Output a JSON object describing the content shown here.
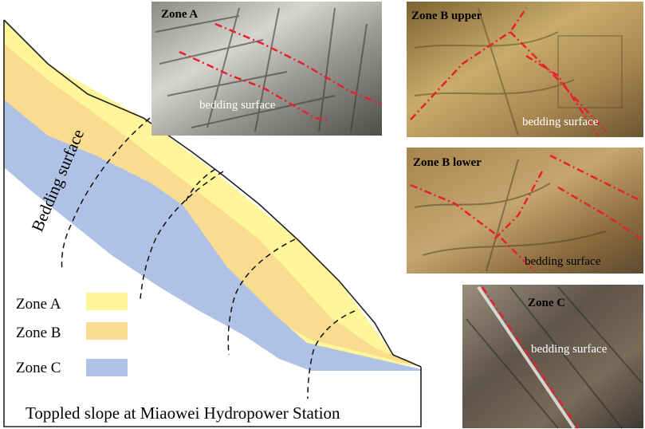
{
  "slope": {
    "bedding_label": "Bedding surface",
    "caption": "Toppled slope at Miaowei Hydropower Station"
  },
  "legend": [
    {
      "label": "Zone A",
      "color": "#FFF69A"
    },
    {
      "label": "Zone B",
      "color": "#F9DC90"
    },
    {
      "label": "Zone C",
      "color": "#AFC2E6"
    }
  ],
  "photos": {
    "zone_a": {
      "title": "Zone A",
      "bedding": "bedding surface"
    },
    "zone_b_upper": {
      "title": "Zone B upper",
      "bedding": "bedding surface"
    },
    "zone_b_lower": {
      "title": "Zone B lower",
      "bedding": "bedding surface"
    },
    "zone_c": {
      "title": "Zone C",
      "bedding": "bedding surface"
    }
  },
  "colors": {
    "fault_line": "#E8202A",
    "outline": "#222222"
  }
}
